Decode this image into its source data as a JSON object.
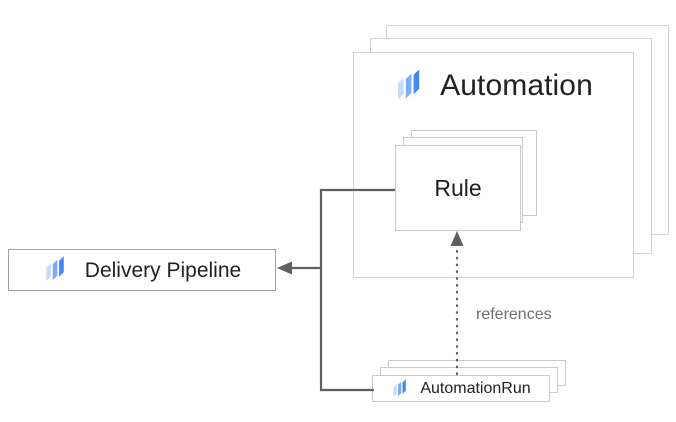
{
  "diagram": {
    "title": "Automation architecture relationship diagram",
    "background": "#ffffff",
    "nodes": {
      "automation": {
        "label": "Automation",
        "icon": "google-cloud-deploy-icon",
        "stack_count": 3
      },
      "rule": {
        "label": "Rule",
        "stack_count": 3
      },
      "delivery_pipeline": {
        "label": "Delivery Pipeline",
        "icon": "google-cloud-deploy-icon",
        "stack_count": 1
      },
      "automation_run": {
        "label": "AutomationRun",
        "icon": "google-cloud-deploy-icon",
        "stack_count": 3,
        "spellcheck_error": true
      }
    },
    "edges": {
      "references_label": "references",
      "arrow_color": "#5f5f5f",
      "box_border_color": "#c9c9c9"
    },
    "colors": {
      "icon_dark_blue": "#4285F4",
      "icon_mid_blue": "#7BAAF7",
      "icon_light_blue": "#C6DAFC",
      "text": "#212121",
      "muted_text": "#707070",
      "spellcheck_red": "#E53935"
    }
  }
}
